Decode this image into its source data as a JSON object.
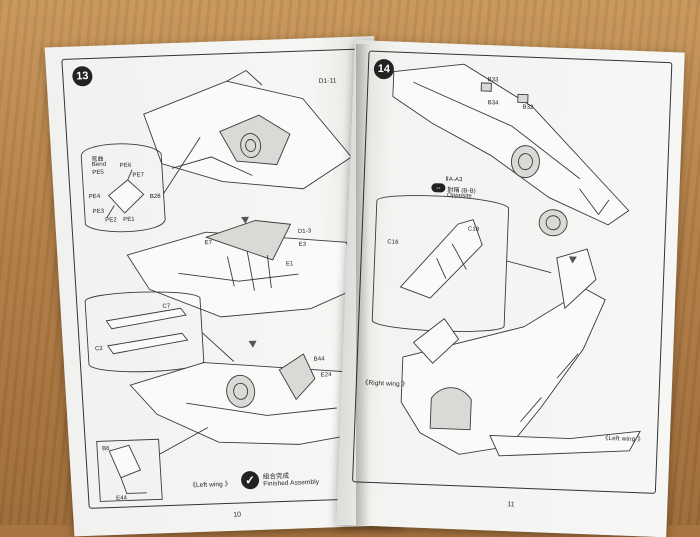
{
  "left_page": {
    "step_number": "13",
    "page_number": "10",
    "labels": {
      "d1_11": "D1-11",
      "bend_cn": "弯曲",
      "bend": "Bend",
      "pe5": "PE5",
      "pe6": "PE6",
      "pe7": "PE7",
      "pe4": "PE4",
      "pe3": "PE3",
      "pe2": "PE2",
      "pe1": "PE1",
      "b28": "B28",
      "e7": "E7",
      "d1_3": "D1-3",
      "e3": "E3",
      "e1": "E1",
      "c7": "C7",
      "c2": "C2",
      "b44": "B44",
      "e24": "E24",
      "b6": "B6",
      "e44": "E44",
      "left_wing": "《Left wing 》",
      "finished_cn": "組合完成",
      "finished": "Finished Assembly"
    }
  },
  "right_page": {
    "step_number": "14",
    "page_number": "11",
    "labels": {
      "b33": "B33",
      "b34": "B34",
      "b32": "B32",
      "a_a3": "ⅡA-A3",
      "opp_cn": "對稱 (B-B)",
      "opposite": "Opposite",
      "c18": "C18",
      "c16": "C16",
      "right_wing": "《Right wing 》",
      "left_wing": "《Left wing 》"
    }
  },
  "colors": {
    "table": "#b27d44",
    "paper": "#f4f4f2",
    "ink": "#333333"
  }
}
